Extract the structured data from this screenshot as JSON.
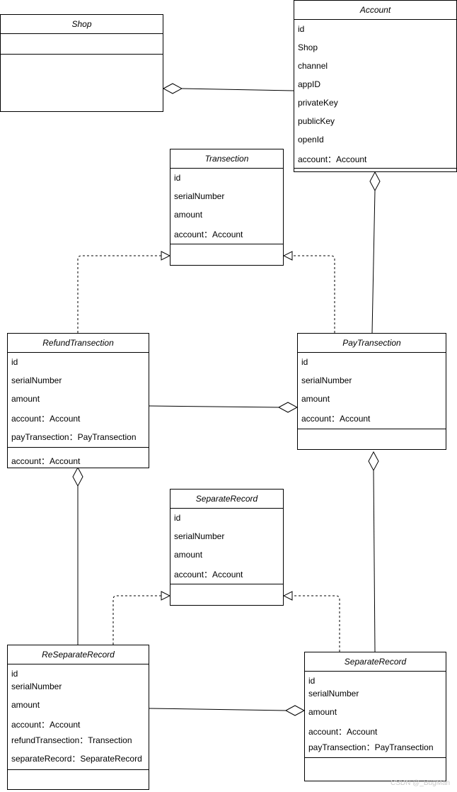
{
  "shop": {
    "title": "Shop"
  },
  "account": {
    "title": "Account",
    "attrs": [
      "id",
      "Shop",
      "channel",
      "appID",
      "privateKey",
      "publicKey",
      "openId",
      "account：Account"
    ]
  },
  "transection": {
    "title": "Transection",
    "attrs": [
      "id",
      "serialNumber",
      "amount",
      "account：Account"
    ]
  },
  "refund_transection": {
    "title": "RefundTransection",
    "attrs": [
      "id",
      "serialNumber",
      "amount",
      "account：Account",
      "payTransection：PayTransection"
    ],
    "ops": [
      "account：Account"
    ]
  },
  "pay_transection": {
    "title": "PayTransection",
    "attrs": [
      "id",
      "serialNumber",
      "amount",
      "account：Account"
    ]
  },
  "separate_record_base": {
    "title": "SeparateRecord",
    "attrs": [
      "id",
      "serialNumber",
      "amount",
      "account：Account"
    ]
  },
  "re_separate_record": {
    "title": "ReSeparateRecord",
    "attrs": [
      "id",
      "serialNumber",
      "amount",
      "account：Account",
      "refundTransection：Transection",
      "separateRecord：SeparateRecord"
    ]
  },
  "separate_record": {
    "title": "SeparateRecord",
    "attrs": [
      "id",
      "serialNumber",
      "amount",
      "account：Account",
      "payTransection：PayTransection"
    ]
  },
  "watermark": "CSDN @_BugMan"
}
